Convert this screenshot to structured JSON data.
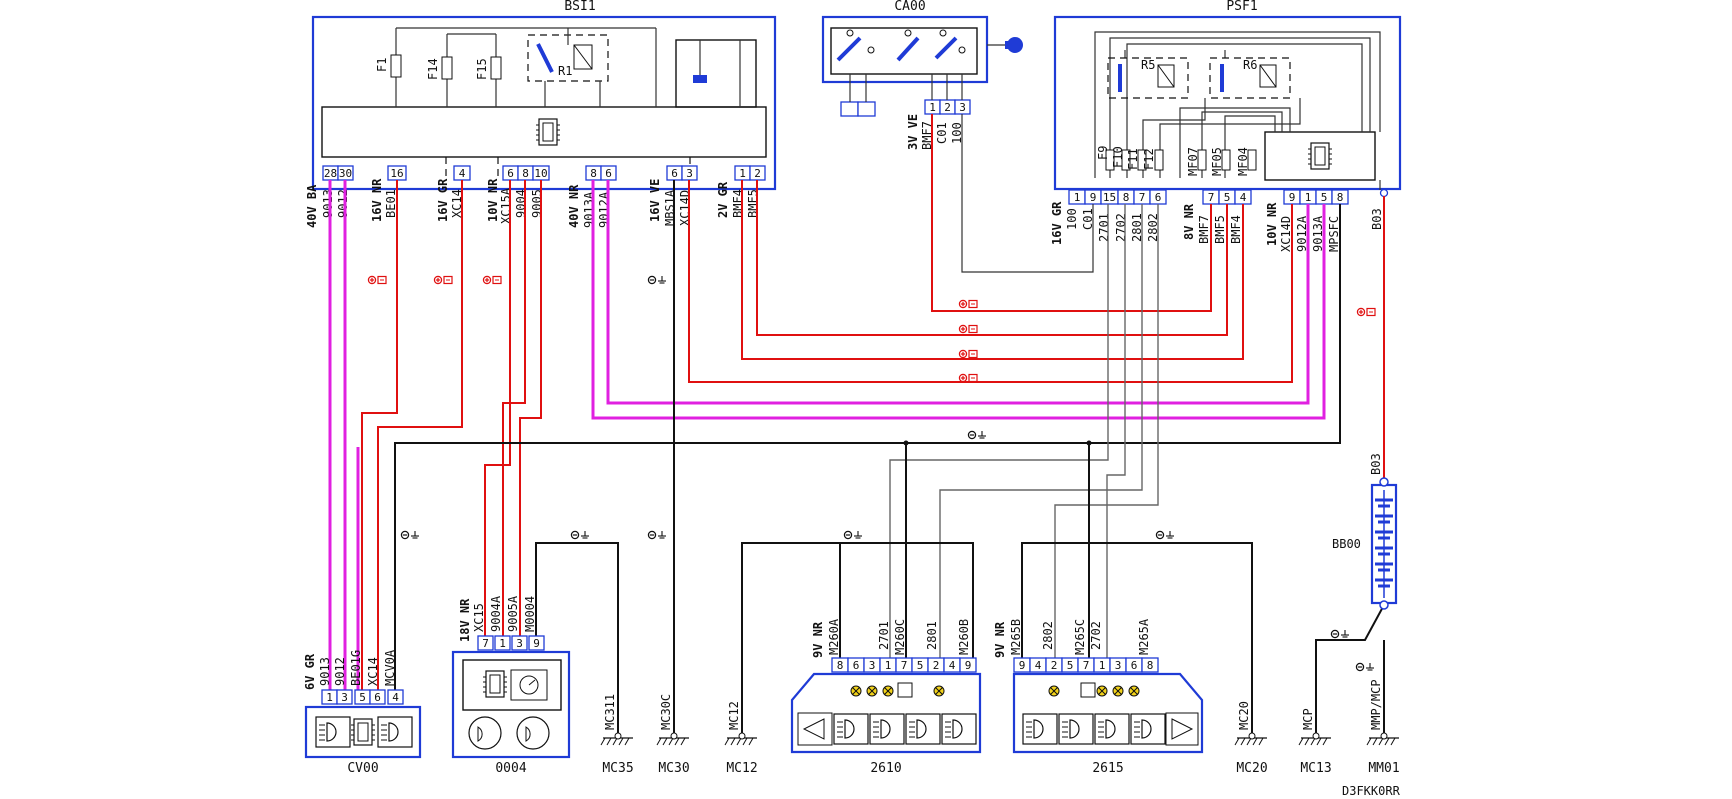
{
  "components": {
    "bsi1": "BSI1",
    "ca00": "CA00",
    "psf1": "PSF1",
    "cv00": "CV00",
    "c0004": "0004",
    "c2610": "2610",
    "c2615": "2615",
    "bb00": "BB00"
  },
  "grounds": [
    "MC35",
    "MC30",
    "MC12",
    "MC20",
    "MC13",
    "MM01"
  ],
  "ground_taps": [
    "MC311",
    "MC30C",
    "MC12",
    "MC20",
    "MCP",
    "MMP/MCP"
  ],
  "reference": "D3FKK0RR",
  "bsi1_parts": [
    "F1",
    "F14",
    "F15",
    "R1"
  ],
  "psf1_parts": [
    "R5",
    "R6",
    "F9",
    "F10",
    "F11",
    "F12",
    "MF07",
    "MF05",
    "MF04"
  ],
  "connectors": {
    "bsi_a": "40V BA",
    "bsi_b": "16V NR",
    "bsi_c": "16V GR",
    "bsi_d": "10V NR",
    "bsi_e": "40V NR",
    "bsi_f": "16V VE",
    "bsi_g": "2V GR",
    "ca_a": "3V VE",
    "psf_a": "16V GR",
    "psf_b": "8V NR",
    "psf_c": "10V NR",
    "cv_a": "6V GR",
    "c0004_a": "18V NR",
    "c2610_a": "9V NR",
    "c2615_a": "9V NR"
  },
  "bsi_pins": [
    "28",
    "30",
    "16",
    "4",
    "6",
    "8",
    "10",
    "8",
    "6",
    "6",
    "3",
    "1",
    "2"
  ],
  "bsi_wires": [
    "9013",
    "9012",
    "BE01",
    "XC14",
    "XC15A",
    "9004",
    "9005",
    "9013A",
    "9012A",
    "MBS1A",
    "XC14D",
    "BMF4",
    "BMF5"
  ],
  "ca_pins": [
    "1",
    "2",
    "3"
  ],
  "ca_wires": [
    "BMF7",
    "C01",
    "100"
  ],
  "psf_pins": [
    "1",
    "9",
    "15",
    "8",
    "7",
    "6",
    "7",
    "5",
    "4",
    "9",
    "1",
    "5",
    "8"
  ],
  "psf_wires": [
    "100",
    "C01",
    "2701",
    "2702",
    "2801",
    "2802",
    "BMF7",
    "BMF5",
    "BMF4",
    "XC14D",
    "9012A",
    "9013A",
    "MPSFC",
    "B03"
  ],
  "cv_pins": [
    "1",
    "3",
    "5",
    "6",
    "4"
  ],
  "cv_wires": [
    "9013",
    "9012",
    "BE01G",
    "XC14",
    "MCV0A"
  ],
  "c0004_pins": [
    "7",
    "1",
    "3",
    "9"
  ],
  "c0004_wires": [
    "XC15",
    "9004A",
    "9005A",
    "M0004"
  ],
  "c2610_pins": [
    "8",
    "6",
    "3",
    "1",
    "7",
    "5",
    "2",
    "4",
    "9"
  ],
  "c2610_wires": [
    "M260A",
    "2701",
    "M260C",
    "2801",
    "M260B"
  ],
  "c2615_pins": [
    "9",
    "4",
    "2",
    "5",
    "7",
    "1",
    "3",
    "6",
    "8"
  ],
  "c2615_wires": [
    "M265B",
    "2802",
    "M265C",
    "2702",
    "M265A"
  ],
  "bb00_wire": "B03"
}
